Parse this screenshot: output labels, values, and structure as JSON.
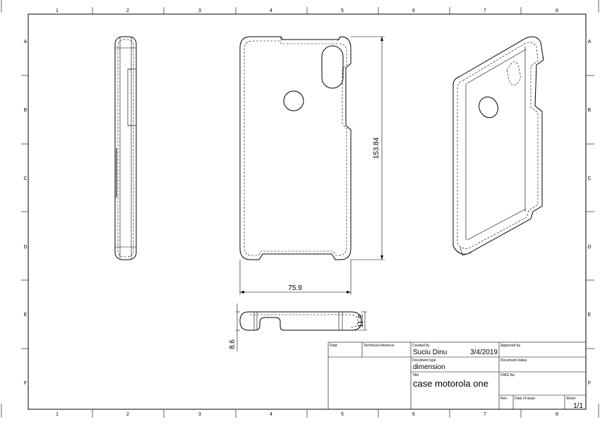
{
  "frame": {
    "columns": [
      "1",
      "2",
      "3",
      "4",
      "5",
      "6",
      "7",
      "8"
    ],
    "rows": [
      "A",
      "B",
      "C",
      "D",
      "E",
      "F"
    ]
  },
  "dimensions": {
    "height": "153.84",
    "width": "75.9",
    "thickness": "11.8",
    "depth": "8.6"
  },
  "title_block": {
    "dept_label": "Dept.",
    "tech_ref_label": "Technical reference",
    "created_by_label": "Created by",
    "created_by": "Suciu Dinu",
    "date": "3/4/2019",
    "approved_by_label": "Approved by",
    "doc_type_label": "Document type",
    "doc_type": "dimension",
    "doc_status_label": "Document status",
    "title_label": "Title",
    "title": "case motorola one",
    "dwg_no_label": "DWG No.",
    "rev_label": "Rev.",
    "date_of_issue_label": "Date of issue",
    "sheet_label": "Sheet",
    "sheet": "1/1"
  }
}
